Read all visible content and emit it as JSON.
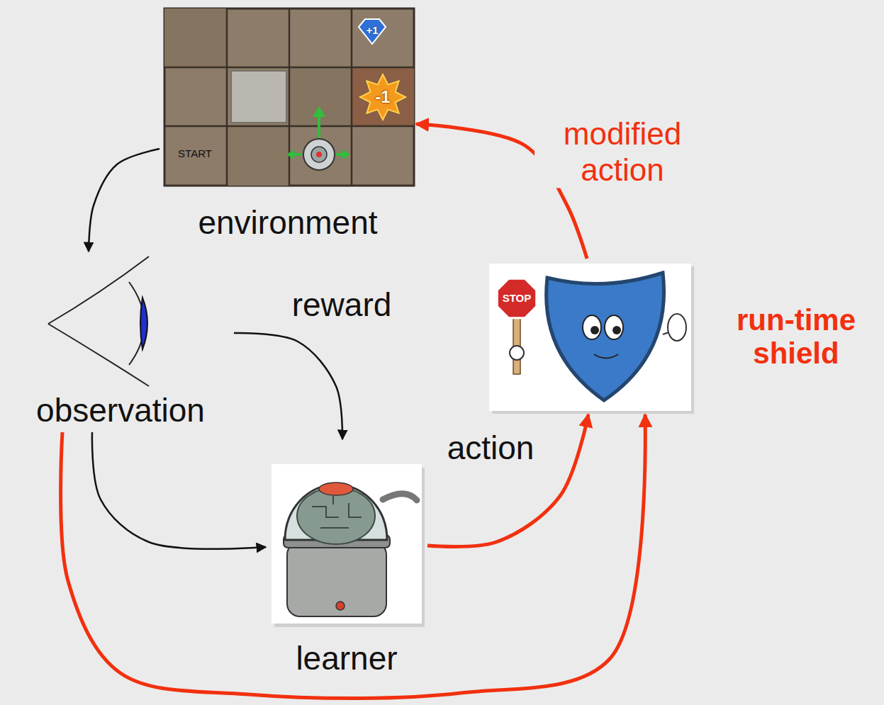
{
  "diagram": {
    "nodes": [
      {
        "text": [
          "environment"
        ]
      },
      {
        "text": [
          "observation"
        ]
      },
      {
        "text": [
          "learner"
        ]
      },
      {
        "text": [
          "run-time shield"
        ]
      }
    ],
    "edges": [
      {
        "from": 0,
        "to": 1,
        "arrow": "to"
      },
      {
        "from": 1,
        "to": 2,
        "label": "reward",
        "arrow": "to"
      },
      {
        "from": 1,
        "to": 2,
        "arrow": "to"
      },
      {
        "from": 2,
        "to": 3,
        "label": "action",
        "arrow": "to"
      },
      {
        "from": 1,
        "to": 3,
        "arrow": "to"
      },
      {
        "from": 3,
        "to": 0,
        "label": "modified action",
        "arrow": "to"
      }
    ],
    "labels": [
      "+1",
      "-1",
      "START",
      "STOP"
    ]
  }
}
